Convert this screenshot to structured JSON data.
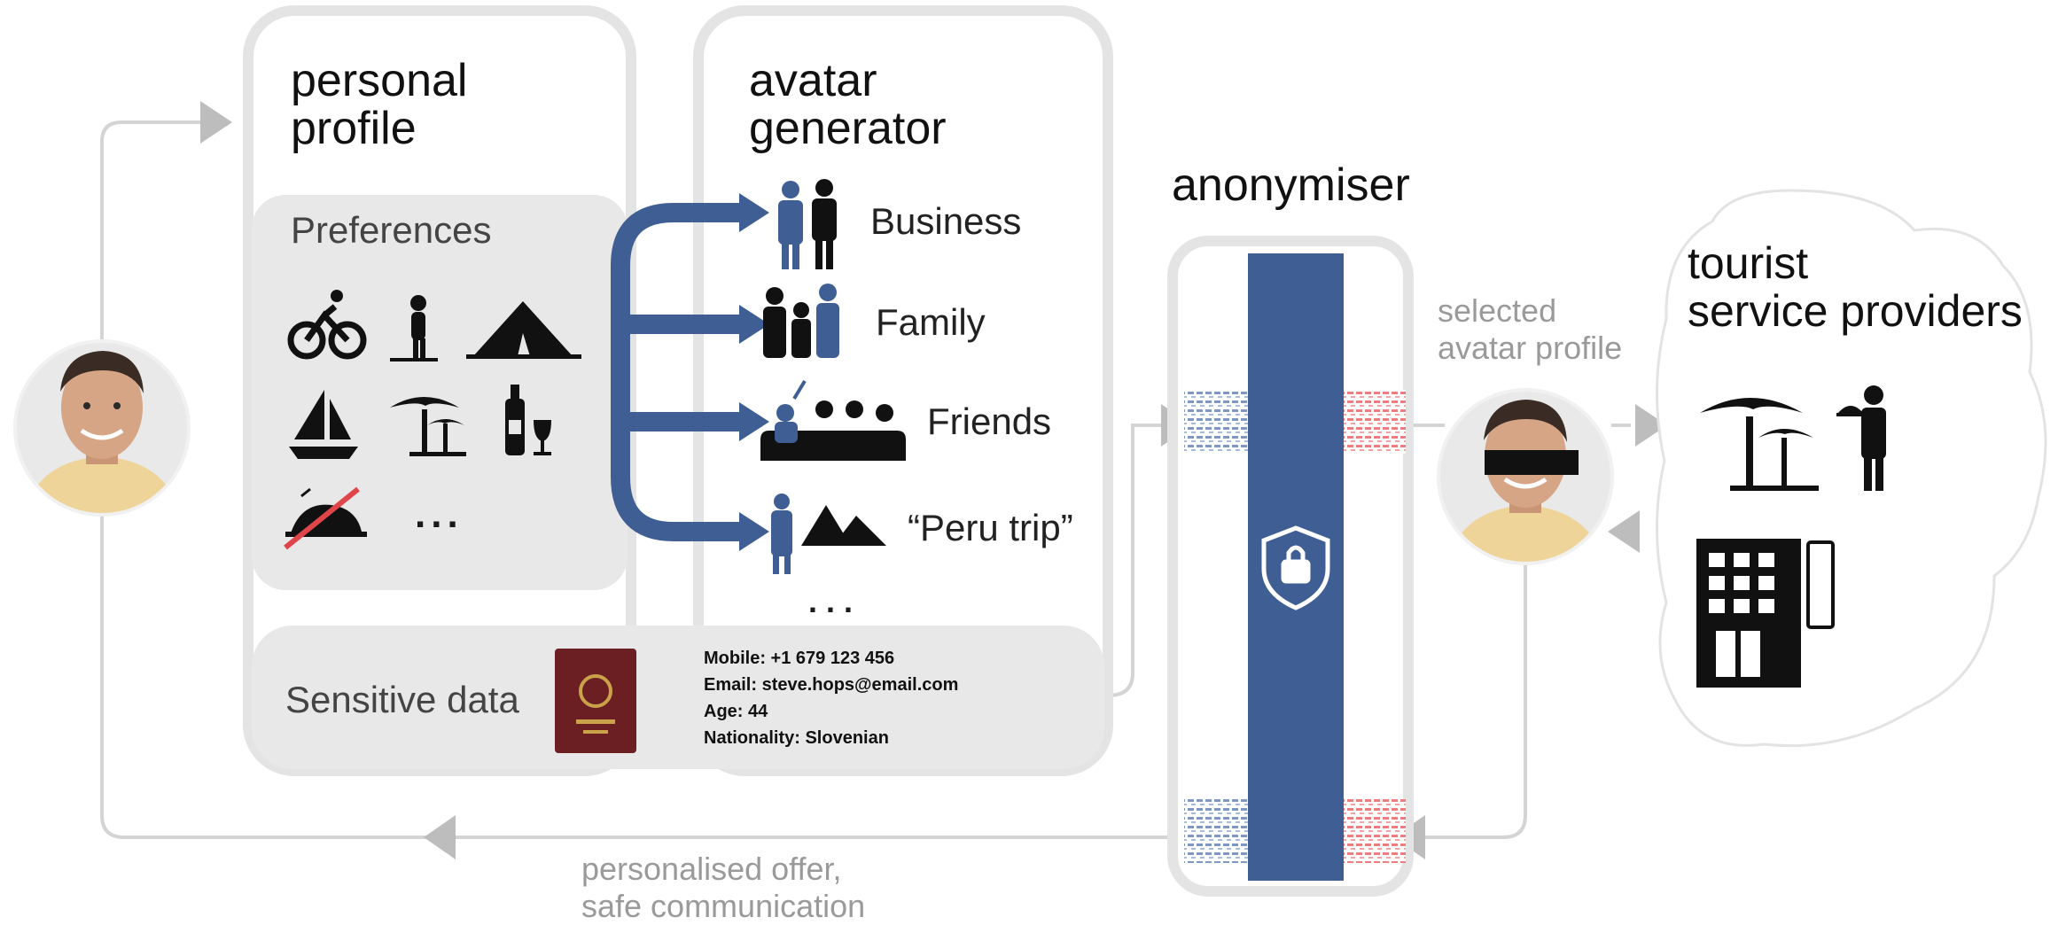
{
  "personal_profile": {
    "title_line1": "personal",
    "title_line2": "profile",
    "preferences_label": "Preferences",
    "more": "...",
    "icons": [
      "cyclist-icon",
      "hiker-icon",
      "tent-icon",
      "sailboat-icon",
      "palm-trees-icon",
      "wine-icon",
      "no-meat-icon"
    ]
  },
  "avatar_generator": {
    "title_line1": "avatar",
    "title_line2": "generator",
    "categories": [
      {
        "label": "Business",
        "icon": "business-people-icon"
      },
      {
        "label": "Family",
        "icon": "family-icon"
      },
      {
        "label": "Friends",
        "icon": "friends-icon"
      },
      {
        "label": "“Peru trip”",
        "icon": "mountains-traveler-icon"
      }
    ],
    "more": ". . ."
  },
  "sensitive": {
    "label": "Sensitive data",
    "mobile": "Mobile: +1 679 123 456",
    "email": "Email: steve.hops@email.com",
    "age": "Age: 44",
    "nationality": "Nationality: Slovenian"
  },
  "anonymiser": {
    "title": "anonymiser",
    "icon": "shield-lock-icon"
  },
  "selected_profile": {
    "line1": "selected",
    "line2": "avatar profile"
  },
  "providers": {
    "title_line1": "tourist",
    "title_line2": "service providers",
    "icons": [
      "palm-trees-icon",
      "waiter-icon",
      "hotel-icon"
    ]
  },
  "offer": {
    "line1": "personalised offer,",
    "line2": "safe communication"
  },
  "colors": {
    "blue": "#3f5f94",
    "red": "#e0454a",
    "grey_panel": "#e8e8e8",
    "line": "#cfcfcf",
    "arrow": "#bdbdbd"
  }
}
